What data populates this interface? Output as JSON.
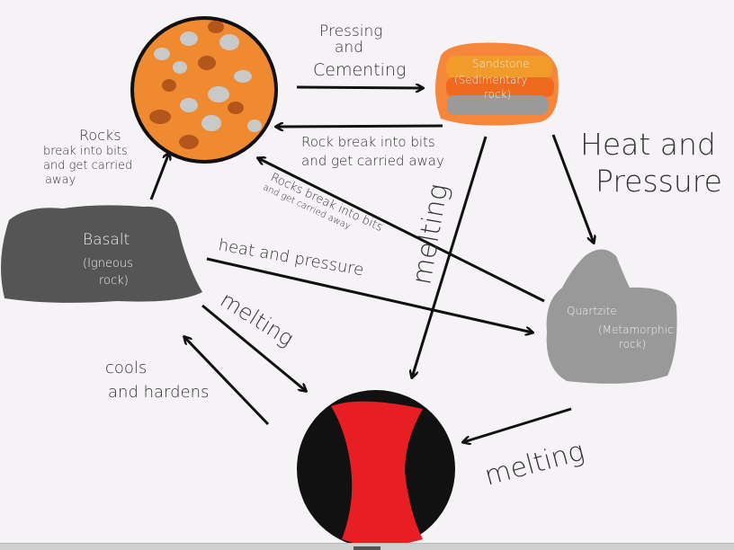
{
  "nodes": {
    "sediment": {
      "name": "sediment-ball"
    },
    "sandstone": {
      "line1": "Sandstone",
      "line2": "(Sedimentary",
      "line3": "rock)"
    },
    "basalt": {
      "line1": "Basalt",
      "line2": "(Igneous",
      "line3": "rock)"
    },
    "quartzite": {
      "line1": "Quartzite",
      "line2": "(Metamorphic",
      "line3": "rock)"
    },
    "magma": {
      "name": "magma-ball"
    }
  },
  "labels": {
    "pressing": [
      "Pressing",
      "and",
      "Cementing"
    ],
    "rock_break_top": [
      "Rock break into bits",
      "and get carried away"
    ],
    "heat_pressure_big": [
      "Heat and",
      "Pressure"
    ],
    "melting_vertical": "melting",
    "rocks_break_diag": [
      "Rocks break into bits",
      "and get carried away"
    ],
    "heat_pressure_small": "heat and pressure",
    "melting_left": "melting",
    "cools": [
      "cools",
      "and hardens"
    ],
    "melting_right": "melting",
    "rocks_left": [
      "Rocks",
      "break into bits",
      "and get carried",
      "away"
    ]
  },
  "colors": {
    "orange": "#f08a30",
    "red": "#e81e25",
    "dark_gray": "#555555",
    "light_gray": "#9a9a9a"
  }
}
